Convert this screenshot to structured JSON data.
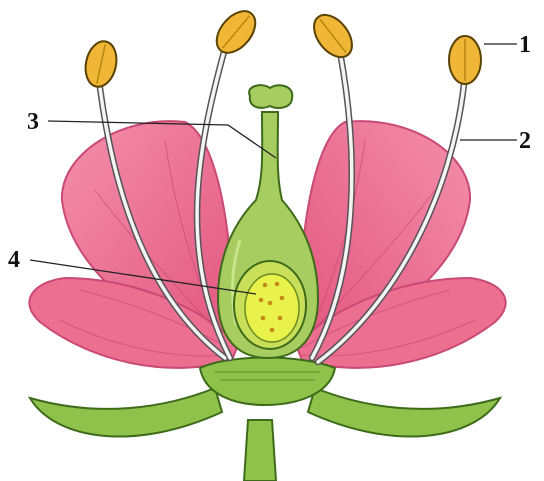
{
  "diagram": {
    "labels": [
      "1",
      "2",
      "3",
      "4"
    ],
    "colors": {
      "petal": "#ec6f92",
      "petal_dark": "#c94a72",
      "sepal": "#8fc24a",
      "green_dark": "#3d6b1a",
      "pistil": "#a7cc5f",
      "ovary_inner": "#e9f24a",
      "anther": "#f0b638",
      "filament": "#ffffff"
    }
  }
}
